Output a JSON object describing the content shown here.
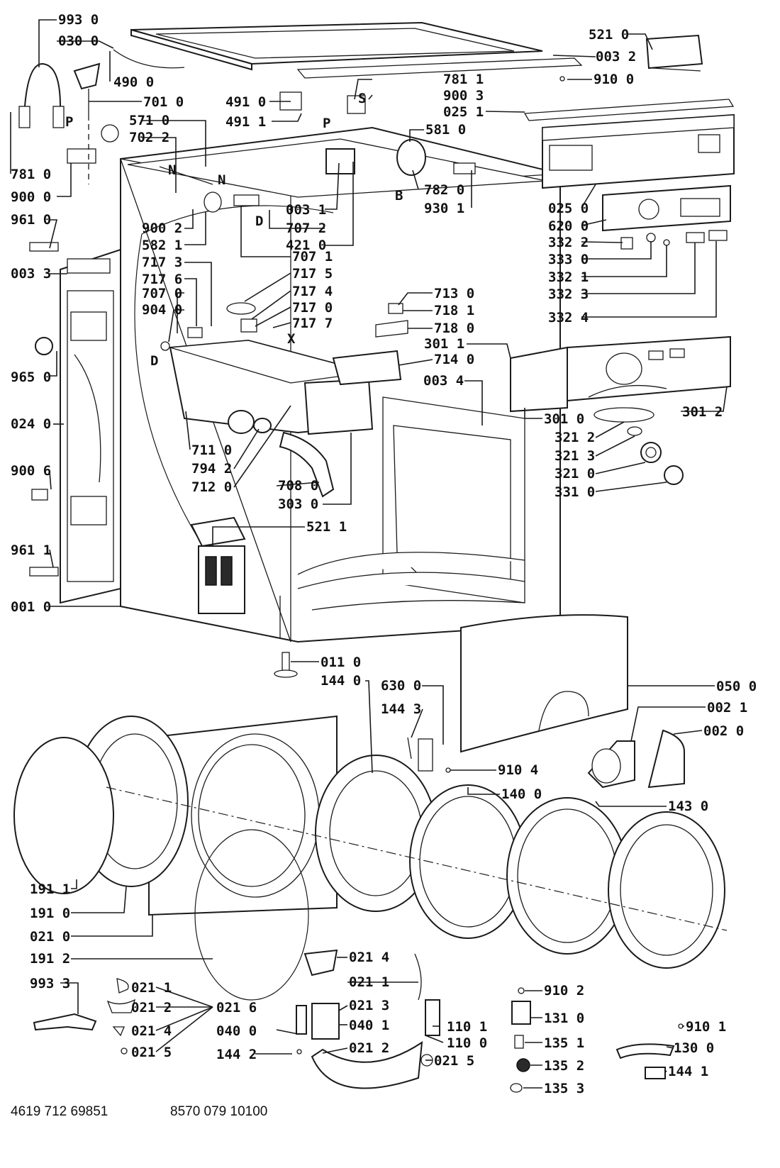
{
  "colors": {
    "ink": "#111111",
    "paper": "#ffffff"
  },
  "labels": {
    "l_993_0": "993 0",
    "l_030_0": "030 0",
    "l_490_0": "490 0",
    "l_701_0": "701 0",
    "l_571_0": "571 0",
    "l_702_2": "702 2",
    "l_781_0": "781 0",
    "l_900_0": "900 0",
    "l_961_0": "961 0",
    "l_003_3": "003 3",
    "l_965_0": "965 0",
    "l_024_0": "024 0",
    "l_900_6": "900 6",
    "l_961_1": "961 1",
    "l_001_0": "001 0",
    "l_521_0": "521 0",
    "l_003_2": "003 2",
    "l_910_0": "910 0",
    "l_491_0": "491 0",
    "l_491_1": "491 1",
    "l_781_1": "781 1",
    "l_900_3": "900 3",
    "l_025_1": "025 1",
    "l_581_0": "581 0",
    "l_782_0": "782 0",
    "l_930_1": "930 1",
    "l_025_0": "025 0",
    "l_620_0": "620 0",
    "l_332_2": "332 2",
    "l_333_0": "333 0",
    "l_332_1": "332 1",
    "l_332_3": "332 3",
    "l_332_4": "332 4",
    "l_003_1": "003 1",
    "l_707_2": "707 2",
    "l_421_0": "421 0",
    "l_900_2": "900 2",
    "l_582_1": "582 1",
    "l_707_1": "707 1",
    "l_717_3": "717 3",
    "l_717_5": "717 5",
    "l_717_6": "717 6",
    "l_717_4": "717 4",
    "l_707_0": "707 0",
    "l_717_0": "717 0",
    "l_904_0": "904 0",
    "l_717_7": "717 7",
    "l_713_0": "713 0",
    "l_718_1": "718 1",
    "l_718_0": "718 0",
    "l_301_1": "301 1",
    "l_714_0": "714 0",
    "l_003_4": "003 4",
    "l_301_0": "301 0",
    "l_301_2": "301 2",
    "l_321_2": "321 2",
    "l_321_3": "321 3",
    "l_321_0": "321 0",
    "l_331_0": "331 0",
    "l_711_0": "711 0",
    "l_794_2": "794 2",
    "l_712_0": "712 0",
    "l_708_0": "708 0",
    "l_303_0": "303 0",
    "l_521_1": "521 1",
    "l_011_0": "011 0",
    "l_144_0": "144 0",
    "l_630_0": "630 0",
    "l_144_3": "144 3",
    "l_050_0": "050 0",
    "l_002_1": "002 1",
    "l_002_0": "002 0",
    "l_910_4": "910 4",
    "l_140_0": "140 0",
    "l_143_0": "143 0",
    "l_191_1": "191 1",
    "l_191_0": "191 0",
    "l_021_0": "021 0",
    "l_191_2": "191 2",
    "l_021_4a": "021 4",
    "l_021_1a": "021 1",
    "l_021_3": "021 3",
    "l_040_1": "040 1",
    "l_021_2a": "021 2",
    "l_021_5a": "021 5",
    "l_993_3": "993 3",
    "l_021_1b": "021 1",
    "l_021_2b": "021 2",
    "l_021_6": "021 6",
    "l_021_4b": "021 4",
    "l_040_0": "040 0",
    "l_021_5b": "021 5",
    "l_144_2": "144 2",
    "l_110_1": "110 1",
    "l_110_0": "110 0",
    "l_910_2": "910 2",
    "l_131_0": "131 0",
    "l_135_1": "135 1",
    "l_135_2": "135 2",
    "l_135_3": "135 3",
    "l_910_1": "910 1",
    "l_130_0": "130 0",
    "l_144_1": "144 1"
  },
  "markers": {
    "P1": "P",
    "P2": "P",
    "S": "S",
    "N1": "N",
    "N2": "N",
    "D1": "D",
    "D2": "D",
    "X": "X",
    "B": "B"
  },
  "footer": {
    "left_code": "4619 712 69851",
    "right_code": "8570 079 10100"
  }
}
